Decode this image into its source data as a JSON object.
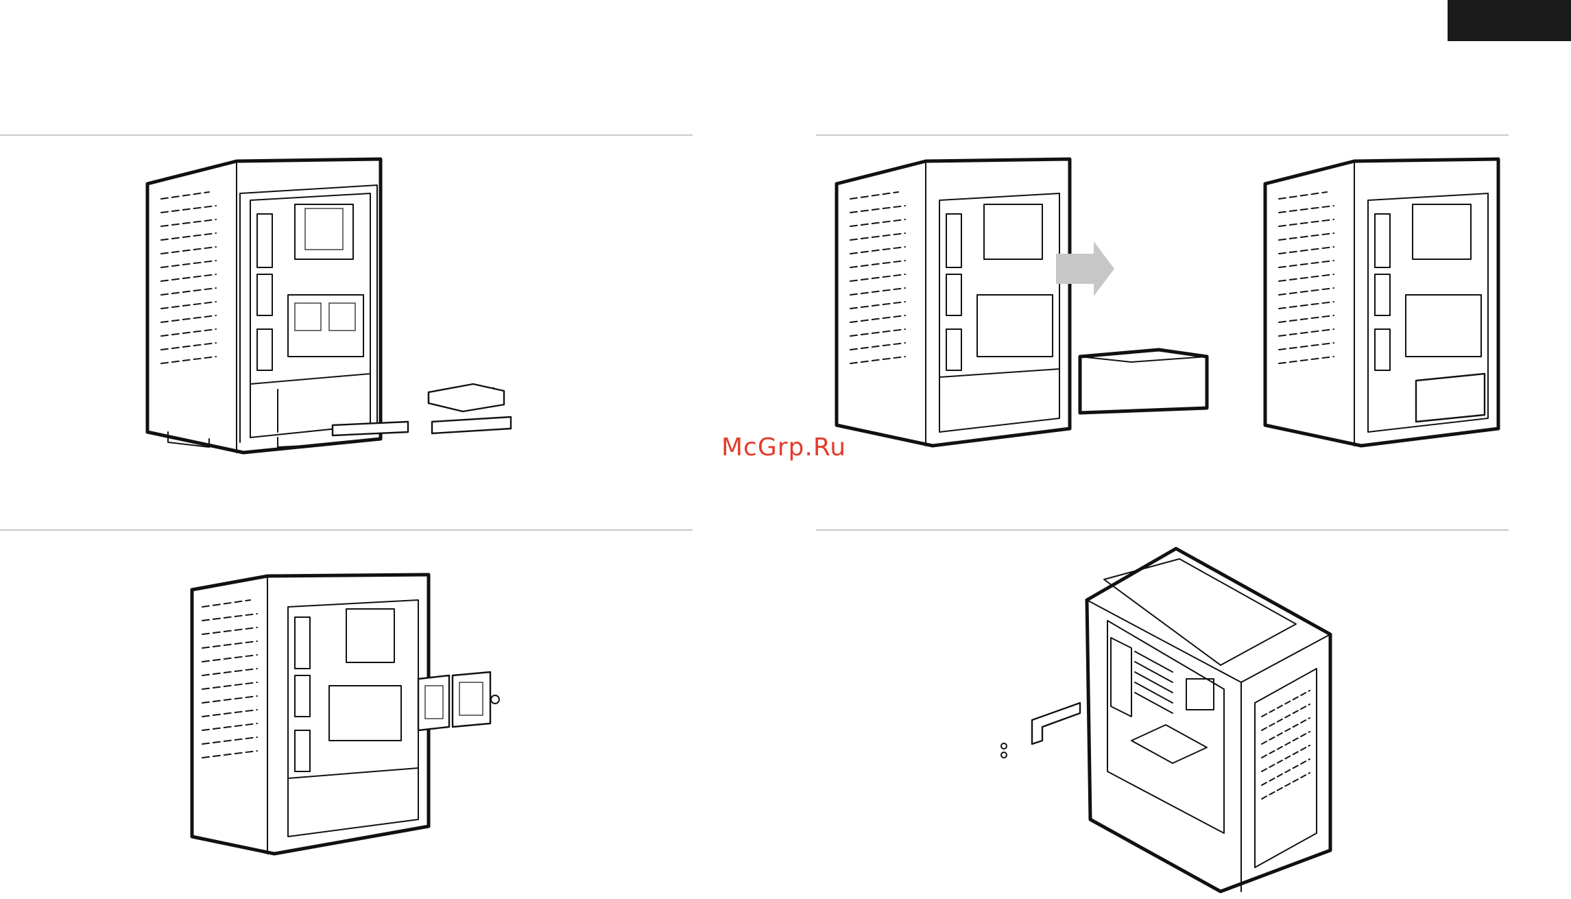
{
  "watermark": {
    "text": "McGrp.Ru",
    "color": "#e23c2c"
  },
  "colors": {
    "rule": "#c8c8c8",
    "corner_tab": "#1a1a1a",
    "arrow": "#c7c7c7"
  },
  "figures": [
    {
      "id": "fig-1",
      "icon": "case-with-drive-trays-removed"
    },
    {
      "id": "fig-2",
      "icon": "case-power-supply-installation",
      "arrow": "arrow-right-icon"
    },
    {
      "id": "fig-3",
      "icon": "case-ssd-mount-panel"
    },
    {
      "id": "fig-4",
      "icon": "case-expansion-slot-cover-removal"
    }
  ]
}
